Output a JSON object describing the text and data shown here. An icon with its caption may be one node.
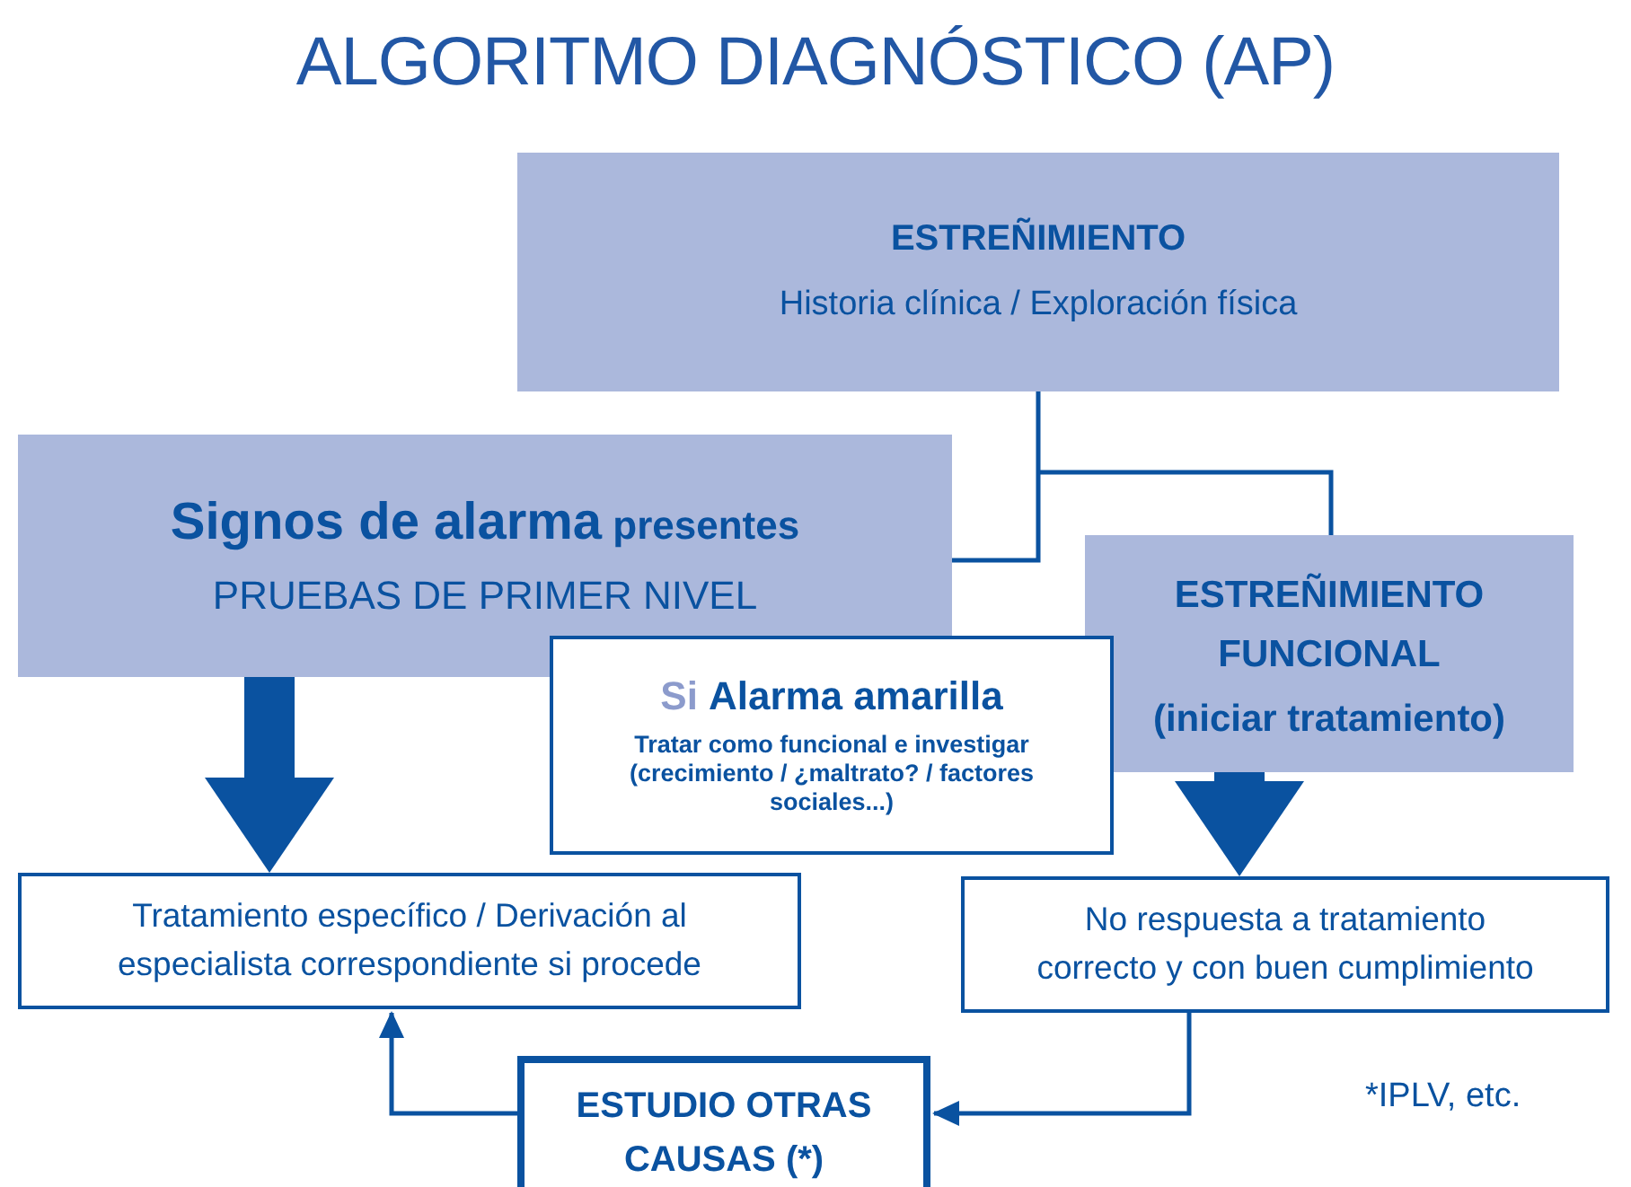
{
  "diagram": {
    "title": "ALGORITMO DIAGNÓSTICO (AP)",
    "nodes": [
      {
        "text": [
          "ESTREÑIMIENTO",
          "Historia clínica / Exploración física"
        ]
      },
      {
        "text": [
          "**Signos de alarma** presentes",
          "PRUEBAS DE PRIMER NIVEL"
        ]
      },
      {
        "text": [
          "ESTREÑIMIENTO FUNCIONAL",
          "(iniciar tratamiento)"
        ]
      },
      {
        "text": [
          "Si",
          "Alarma amarilla",
          "Tratar como funcional e investigar (crecimiento / ¿maltrato? / factores sociales...)"
        ]
      },
      {
        "text": [
          "Tratamiento específico / Derivación al especialista correspondiente si procede"
        ]
      },
      {
        "text": [
          "No respuesta a tratamiento correcto y con buen cumplimiento"
        ]
      },
      {
        "text": [
          "ESTUDIO OTRAS CAUSAS (*)"
        ]
      }
    ],
    "edges": [
      {
        "from": 0,
        "to": 1,
        "arrow": "none"
      },
      {
        "from": 0,
        "to": 2,
        "arrow": "none"
      },
      {
        "from": 1,
        "to": 4,
        "arrow": "to",
        "style": "thick"
      },
      {
        "from": 2,
        "to": 5,
        "arrow": "to",
        "style": "thick"
      },
      {
        "from": 5,
        "to": 6,
        "arrow": "to"
      },
      {
        "from": 6,
        "to": 4,
        "arrow": "to"
      }
    ],
    "labels": [
      "*IPLV, etc."
    ]
  }
}
